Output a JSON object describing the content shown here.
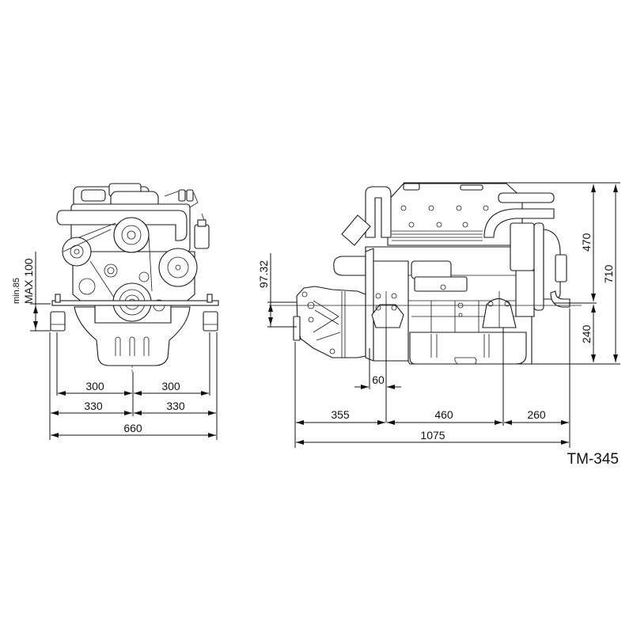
{
  "drawing": {
    "model_code": "TM-345",
    "front_view": {
      "mount_height_label_min": "min.85",
      "mount_height_label_max": "MAX 100",
      "widths": {
        "inner_left": "300",
        "inner_right": "300",
        "outer_left": "330",
        "outer_right": "330",
        "overall": "660"
      }
    },
    "side_view": {
      "shaft_offset": "97.32",
      "mount_offset": "60",
      "lengths": {
        "gearbox_to_front_mount": "355",
        "mount_to_mount": "460",
        "rear_to_end": "260",
        "overall": "1075"
      },
      "heights": {
        "upper": "470",
        "lower": "240",
        "overall": "710"
      }
    }
  }
}
